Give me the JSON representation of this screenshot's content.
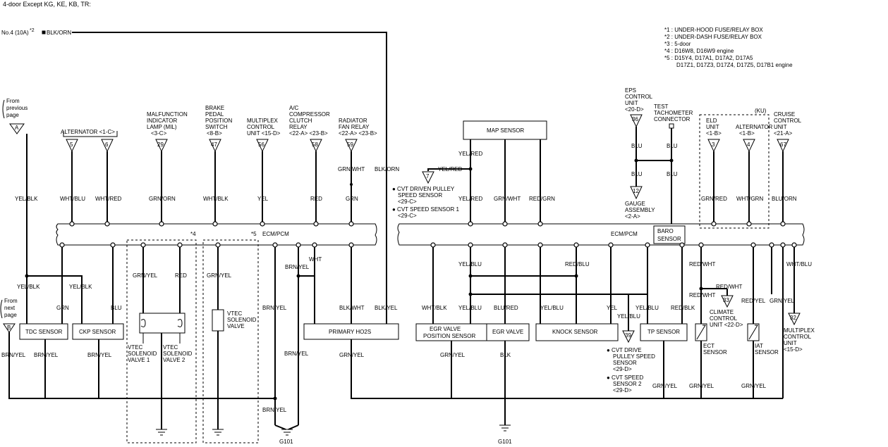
{
  "title": "4-door Except KG, KE, KB, TR:",
  "source": {
    "fuse": "No.4 (10A)",
    "fuse_note": "*2",
    "wire": "BLK/ORN"
  },
  "notes": [
    "*1 : UNDER-HOOD FUSE/RELAY BOX",
    "*2 : UNDER-DASH FUSE/RELAY BOX",
    "*3 : 5-door",
    "*4 : D16W8, D16W9 engine",
    "*5 : D15Y4, D17A1, D17A2, D17A5",
    "D17Z1, D17Z3, D17Z4, D17Z5, D17B1 engine"
  ],
  "ecm": {
    "left_label": "ECM/PCM",
    "right_label": "ECM/PCM"
  },
  "baro": [
    "BARO",
    "SENSOR"
  ],
  "from_prev": {
    "text": [
      "From",
      "previous",
      "page"
    ],
    "flag": "A"
  },
  "from_next": {
    "text": [
      "From",
      "next",
      "page"
    ],
    "flag": "B"
  },
  "top_connectors": [
    {
      "title": [
        "ALTERNATOR <1-C>"
      ],
      "pin": "5",
      "wire": "WHT/BLU"
    },
    {
      "title": [],
      "pin": "6",
      "wire": "WHT/RED"
    },
    {
      "title": [
        "MALFUNCTION",
        "INDICATOR",
        "LAMP (MIL)",
        "<3-C>"
      ],
      "pin": "29",
      "wire": "GRN/ORN"
    },
    {
      "title": [
        "BRAKE",
        "PEDAL",
        "POSITION",
        "SWITCH",
        "<8-B>"
      ],
      "pin": "47",
      "wire": "WHT/BLK"
    },
    {
      "title": [
        "MULTIPLEX",
        "CONTROL",
        "UNIT <15-D>"
      ],
      "pin": "56",
      "wire": "YEL"
    },
    {
      "title": [
        "A/C",
        "COMPRESSOR",
        "CLUTCH",
        "RELAY",
        "<22-A> <23-B>"
      ],
      "pin": "58",
      "wire": "RED"
    },
    {
      "title": [
        "RADIATOR",
        "FAN RELAY",
        "<22-A> <23-B>"
      ],
      "pin": "59",
      "wire": "GRN"
    },
    {
      "title": [
        "ELD",
        "UNIT",
        "<1-B>"
      ],
      "pin": "3",
      "wire": "GRN/RED"
    },
    {
      "title": [
        "ALTERNATOR",
        "<1-B>"
      ],
      "pin": "4",
      "wire": "WHT/GRN"
    },
    {
      "title": [
        "CRUISE",
        "CONTROL",
        "UNIT",
        "<21-A>"
      ],
      "pin": "67",
      "wire": "BLU/ORN"
    }
  ],
  "grn_wht": "GRN/WHT",
  "blk_orn": "BLK/ORN",
  "yel_blk": "YEL/BLK",
  "ku": "(KU)",
  "eps": {
    "title": [
      "EPS",
      "CONTROL",
      "UNIT",
      "<20-D>"
    ],
    "pin": "36",
    "wire1": "BLU",
    "wire2": "BLU"
  },
  "tacho": {
    "title": [
      "TEST",
      "TACHOMETER",
      "CONNECTOR"
    ],
    "wire1": "BLU",
    "wire2": "BLU"
  },
  "gauge": {
    "pin": "12",
    "title": [
      "GAUGE",
      "ASSEMBLY",
      "<2-A>"
    ]
  },
  "map_sensor": {
    "label": "MAP SENSOR",
    "w1": "YEL/RED",
    "w2": "GRN/WHT",
    "w3": "RED/GRN",
    "w_top": "YEL/RED"
  },
  "cvt_top": {
    "pin": "7",
    "wire": "YEL/RED",
    "lines": [
      "● CVT DRIVEN PULLEY",
      "SPEED SENSOR",
      "<29-C>",
      "● CVT SPEED SENSOR 1",
      "<29-C>"
    ]
  },
  "lower": {
    "note4": "*4",
    "note5": "*5",
    "yel_blk_a": "YEL/BLK",
    "yel_blk_b": "YEL/BLK",
    "grn": "GRN",
    "blu": "BLU",
    "tdc": "TDC SENSOR",
    "ckp": "CKP SENSOR",
    "brn_yel": "BRN/YEL",
    "grn_yel_a": "GRN/YEL",
    "red_a": "RED",
    "grn_yel_b": "GRN/YEL",
    "vtec1": [
      "VTEC",
      "SOLENOID",
      "VALVE 1"
    ],
    "vtec2": [
      "VTEC",
      "SOLENOID",
      "VALVE 2"
    ],
    "vtec_single": [
      "VTEC",
      "SOLENOID",
      "VALVE"
    ],
    "wht": "WHT",
    "blk_wht": "BLK/WHT",
    "blk_yel": "BLK/YEL",
    "ho2s": "PRIMARY HO2S",
    "g101": "G101",
    "yel_blu": "YEL/BLU",
    "red_blu": "RED/BLU",
    "wht_blk": "WHT/BLK",
    "blu_red": "BLU/RED",
    "yel": "YEL",
    "red_blk": "RED/BLK",
    "red_wht": "RED/WHT",
    "red_yel": "RED/YEL",
    "grn_yel": "GRN/YEL",
    "wht_blu": "WHT/BLU",
    "blk": "BLK",
    "egr_pos": [
      "EGR VALVE",
      "POSITION SENSOR"
    ],
    "egr": "EGR VALVE",
    "knock": "KNOCK SENSOR",
    "tp": "TP SENSOR",
    "ect": [
      "ECT",
      "SENSOR"
    ],
    "iat": [
      "IAT",
      "SENSOR"
    ],
    "climate": [
      "CLIMATE",
      "CONTROL",
      "UNIT <22-D>"
    ],
    "climate_pin": "33",
    "mux": [
      "MULTIPLEX",
      "CONTROL",
      "UNIT",
      "<15-D>"
    ],
    "mux_pin": "32",
    "cvt_pin": "39",
    "cvt_lines": [
      "● CVT DRIVE",
      "PULLEY SPEED",
      "SENSOR",
      "<29-D>",
      "● CVT SPEED",
      "SENSOR 2",
      "<29-D>"
    ]
  }
}
